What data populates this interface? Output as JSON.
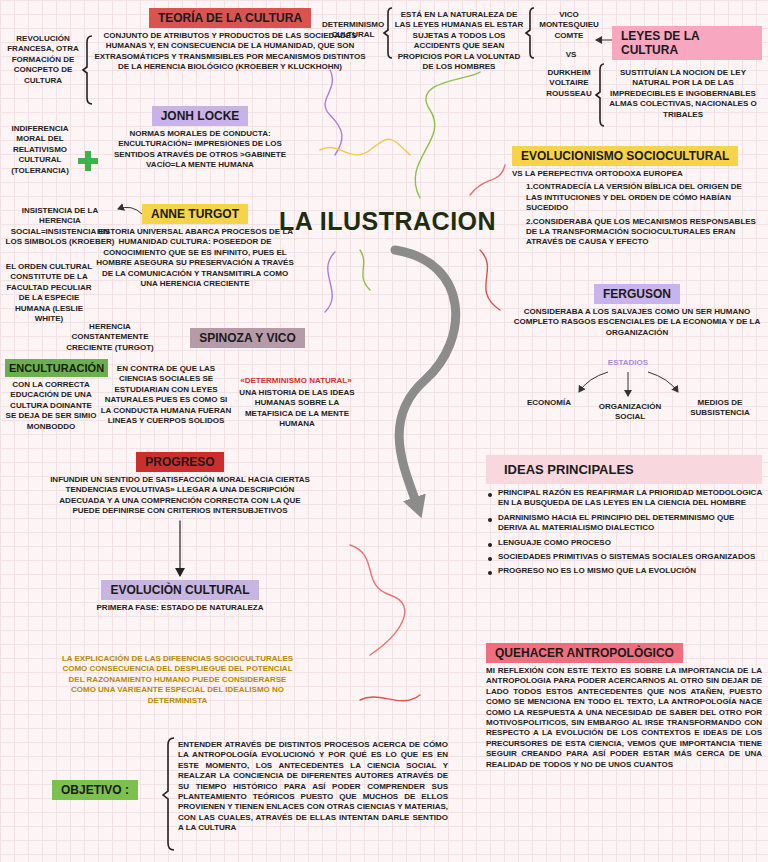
{
  "diagram": {
    "nodes": [
      {
        "text": [
          "TEORÍA DE LA CULTURA",
          "CONJUNTO DE ATRIBUTOS Y PRODUCTOS DE LAS SOCIEDADES HUMANAS Y, EN CONSECUENCIA DE LA HUMANIDAD, QUE SON EXTRASOMÁTICPS Y TRANSMISIBLES POR MECANISMOS DISTINTOS DE LA HERENCIA BIOLÓGICO (KROEBER Y KLUCKHOHN)"
        ]
      },
      {
        "text": [
          "LEYES DE LA CULTURA"
        ]
      },
      {
        "text": [
          "JONH LOCKE",
          "NORMAS MORALES DE CONDUCTA: ENCULTURACIÓN= IMPRESIONES DE LOS SENTIDOS ATRAVÉS DE OTROS >GABINETE VACÍO=LA MENTE HUMANA"
        ]
      },
      {
        "text": [
          "EVOLUCIONISMO SOCIOCULTURAL",
          "VS LA PEREPECTIVA ORTODOXA EUROPEA",
          "1.CONTRADECÍA LA VERSIÓN BÍBLICA DEL ORIGEN DE LAS INTITUCIONES Y DEL ORDEN DE CÓMO HABÍAN SUCEDIDO",
          "2.CONSIDERABA QUE LOS MECANISMOS RESPONSABLES DE LA TRANSFORMACIÓN SOCIOCULTURALES ERAN ATRAVÉS DE CAUSA Y EFECTO"
        ]
      },
      {
        "text": [
          "ANNE TURGOT",
          "HISTORIA UNIVERSAL ABARCA PROCESOS DE LA HUMANIDAD CULTURA: POSEEDOR DE CONOCIMIENTO QUE SE ES INFINITO, PUES EL HOMBRE ASEGURA SU PRESERVACIÓN A TRAVÉS DE LA COMUNICACIÓN Y TRANSMITIRLA COMO UNA HERENCIA CRECIENTE"
        ]
      },
      {
        "text": [
          "LA ILUSTRACION"
        ]
      },
      {
        "text": [
          "FERGUSON",
          "CONSIDERABA A LOS SALVAJES COMO UN SER HUMANO COMPLETO RASGOS ESCENCIALES DE LA ECONOMIA Y DE LA ORGANIZACIÓN"
        ]
      },
      {
        "text": [
          "SPINOZA Y VICO"
        ]
      },
      {
        "text": [
          "ENCULTURACIÓN",
          "CON LA CORRECTA EDUCACIÓN DE UNA CULTURA DOINANTE SE DEJA DE SER SIMIO MONBODDO"
        ]
      },
      {
        "text": [
          "PROGRESO",
          "INFUNDIR UN SENTIDO DE SATISFACCIÓN MORAL HACIA CIERTAS TENDENCIAS EVOLUTIVAS» LLEGAR A UNA DESCRIPCIÓN ADECUADA Y A UNA COMPRENCIÓN CORRECTA CON LA QUE PUEDE DEFINIRSE CON CRITERIOS INTERSUBJETIVOS"
        ]
      },
      {
        "text": [
          "IDEAS PRINCIPALES",
          "PRINCIPAL RAZÓN ES REAFIRMAR LA PRIORIDAD METODOLOGICA EN LA BUSQUEDA DE LAS LEYES EN LA CIENCIA DEL HOMBRE",
          "DARNINISMO HACIA EL PRINCIPIO DEL DETERMINISMO QUE DERIVA AL MATERIALISMO DIALECTICO",
          "LENGUAJE COMO PROCESO",
          "SOCIEDADES PRIMITIVAS O SISTEMAS SOCIALES ORGANIZADOS",
          "PROGRESO NO ES LO MISMO QUE LA EVOLUCIÓN"
        ]
      },
      {
        "text": [
          "EVOLUCIÒN CULTURAL",
          "PRIMERA FASE: ESTADO DE NATURALEZA"
        ]
      },
      {
        "text": [
          "QUEHACER ANTROPOLÒGICO",
          "MI REFLEXIÓN CON ESTE TEXTO ES SOBRE LA IMPORTANCIA DE LA ANTROPOLOGIA PARA PODER ACERCARNOS AL OTRO SIN DEJAR DE LADO TODOS ESTOS ANTECEDENTES QUE NOS ATAÑEN, PUESTO COMO SE MENCIONA EN TODO EL TEXTO, LA ANTROPOLOGÍA NACE COMO LA RESPUESTA A UNA NECESIDAD DE SABER DEL OTRO POR MOTIVOSPOLITICOS, SIN EMBARGO AL IRSE TRANSFORMANDO CON RESPECTO A LA EVOLUCIÓN DE LOS CONTEXTOS E IDEAS DE LOS PRECURSORES DE ESTA CIENCIA, VEMOS QUE IMPORTANCIA TIENE SEGUIR CREANDO PARA ASÍ PODER ESTAR MÁS CERCA DE UNA REALIDAD DE TODOS Y NO DE UNOS CUANTOS"
        ]
      },
      {
        "text": [
          "OBJETIVO :"
        ]
      }
    ],
    "edges": [
      {
        "from": 9,
        "to": 11,
        "arrow": "to"
      }
    ],
    "labels": [
      "REVOLUCIÓN FRANCESA, OTRA FORMACIÓN DE CONCPETO DE CULTURA",
      "DETERMINISMO CULTURAL",
      "ESTÁ EN LA NATURALEZA DE LAS LEYES HUMANAS EL ESTAR SUJETAS A TODOS LOS ACCIDENTS QUE SEAN PROPICIOS POR LA VOLUNTAD DE LOS HOMBRES",
      "VICO MONTESQUIEU COMTE",
      "VS",
      "DURKHEIM VOLTAIRE ROUSSEAU",
      "SUSTITUÍAN LA NOCION DE LEY NATURAL POR LA DE LAS IMPREDECIBLES E INGOBERNABLES ALMAS COLECTIVAS, NACIONALES O TRIBALES",
      "INDIFERENCIA MORAL DEL RELATIVISMO CULTURAL (TOLERANCIA)",
      "INSISTENCIA DE LA HERENCIA SOCIAL=INSISTENCIA EN LOS SIMBOLOS (KROEBER)",
      "EL ORDEN CULTURAL CONSTITUTE DE LA FACULTAD PECULIAR DE LA ESPECIE HUMANA (LESLIE WHITE)",
      "HERENCIA CONSTANTEMENTE CRECIENTE (TURGOT)",
      "ESTADIOS",
      "ECONOMÍA",
      "ORGANIZACIÓN SOCIAL",
      "MEDIOS DE SUBSISTENCIA",
      "EN CONTRA DE QUE LAS CIENCIAS SOCIALES SE ESTUDIARIAN CON LEYES NATURALES PUES ES COMO SI LA CONDUCTA HUMANA FUERAN LINEAS Y CUERPOS SOLIDOS",
      "«DETERMINISMO NATURAL»",
      "UNA HISTORIA DE LAS IDEAS HUMANAS SOBRE LA METAFISICA DE LA MENTE HUMANA",
      "LA EXPLICACIÓN DE LAS DIFEENCIAS SOCIOCULTURALES COMO CONSECUENCIA DEL DESPLIEGUE DEL POTENCIAL DEL RAZONAMIENTO HUMANO PUEDE CONSIDERARSE COMO UNA VARIEANTE ESPECIAL DEL IDEALISMO NO DETERMINISTA",
      "ENTENDER ATRAVÉS DE DISTINTOS PROCESOS ACERCA DE CÓMO LA ANTROPOLOGÍA EVOLUCIONÓ Y POR QUÉ ES LO QUE ES EN ESTE MOMENTO, LOS ANTECEDENTES LA CIENCIA SOCIAL Y REALZAR LA CONCIENCIA DE DIFERENTES AUTORES ATRAVÉS DE SU TIEMPO HISTÓRICO PARA ASÍ PODER COMPRENDER SUS PLANTEAMIENTO TEÓRICOS PUESTO QUE MUCHOS DE ELLOS PROVIENEN Y TIENEN ENLACES CON OTRAS CIENCIAS Y MATERIAS, CON LAS CUALES, ATRAVÉS DE ELLAS INTENTAN DARLE SENTIDO A LA CULTURA"
    ]
  }
}
